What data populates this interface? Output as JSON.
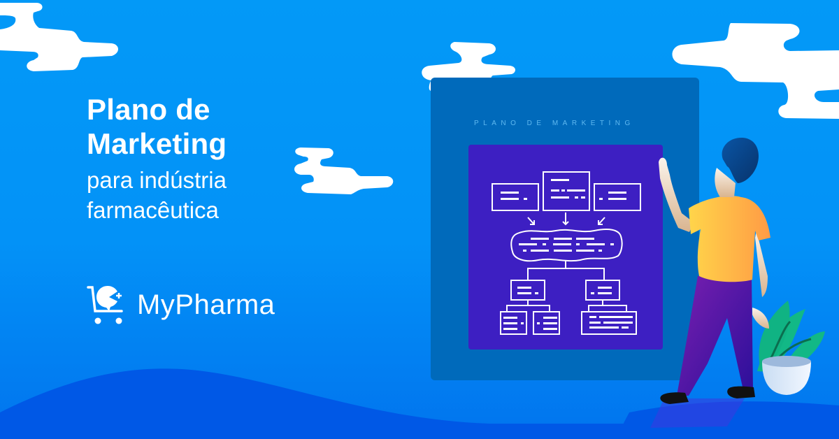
{
  "headline": {
    "line1": "Plano de",
    "line2": "Marketing",
    "line3": "para indústria",
    "line4": "farmacêutica"
  },
  "brand": {
    "name": "MyPharma",
    "icon": "cart-pacman-plus-icon"
  },
  "board": {
    "title": "PLANO DE MARKETING"
  },
  "colors": {
    "background": "#0399f7",
    "board": "#0069b8",
    "diagram_panel": "#3d1fc2",
    "shirt": "#ffb04a",
    "pants": "#4a11b0",
    "hair": "#0a4a8f",
    "plant": "#12b886",
    "ground": "#0057e6"
  }
}
